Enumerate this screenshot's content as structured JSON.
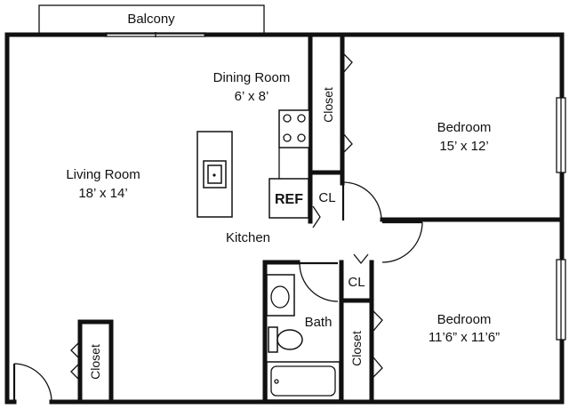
{
  "plan": {
    "balcony": "Balcony",
    "dining": {
      "name": "Dining Room",
      "size": "6’ x 8’"
    },
    "living": {
      "name": "Living Room",
      "size": "18’ x 14’"
    },
    "bedroom1": {
      "name": "Bedroom",
      "size": "15’ x 12’"
    },
    "bedroom2": {
      "name": "Bedroom",
      "size": "11’6” x 11’6”"
    },
    "kitchen": "Kitchen",
    "bath": "Bath",
    "ref": "REF",
    "cl_upper": "CL",
    "cl_lower": "CL",
    "closet_upper": "Closet",
    "closet_lower_right": "Closet",
    "closet_left": "Closet"
  }
}
